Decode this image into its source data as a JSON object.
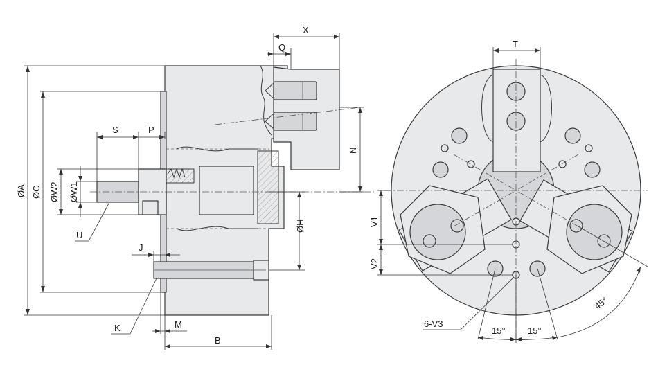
{
  "side_view": {
    "dims": {
      "X": "X",
      "Q": "Q",
      "S": "S",
      "P": "P",
      "N": "N",
      "A": "ØA",
      "C": "ØC",
      "W2": "ØW2",
      "W1": "ØW1",
      "U": "U",
      "J": "J",
      "H": "ØH",
      "K": "K",
      "M": "M",
      "B": "B"
    }
  },
  "front_view": {
    "dims": {
      "T": "T",
      "V1": "V1",
      "V2": "V2",
      "V3": "6-V3",
      "angle_left": "15°",
      "angle_right": "15°",
      "angle_45": "45°"
    }
  }
}
